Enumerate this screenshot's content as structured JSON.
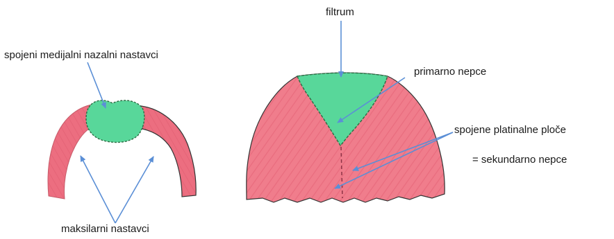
{
  "labels": {
    "medial_nasal": "spojeni medijalni nazalni nastavci",
    "maxillary": "maksilarni nastavci",
    "philtrum": "filtrum",
    "primary_palate": "primarno nepce",
    "palatal_shelves": "spojene platinalne ploče",
    "secondary_palate": "=  sekundarno nepce"
  },
  "colors": {
    "maxillary_fill": "#ec6e80",
    "palate_fill": "#f07d8c",
    "primary_fill": "#58d79a",
    "arrow": "#5b8fd6",
    "outline": "#3a3a3a"
  }
}
